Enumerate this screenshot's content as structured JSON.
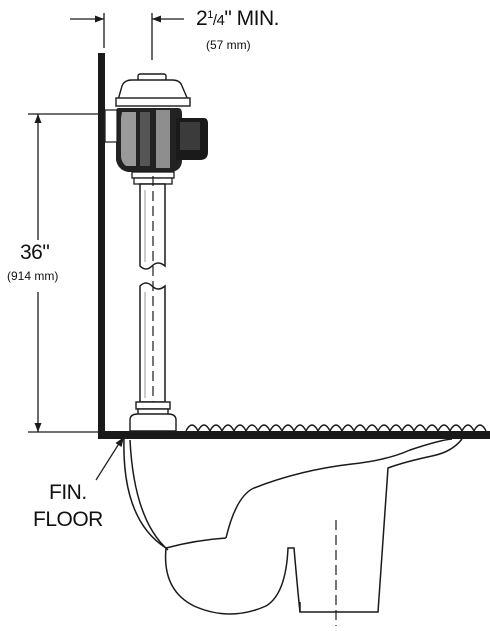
{
  "clearance": {
    "whole": "2",
    "numerator": "1",
    "denominator": "4",
    "suffix": "\" MIN.",
    "metric": "(57 mm)"
  },
  "height": {
    "value": "36\"",
    "metric": "(914 mm)"
  },
  "floor": {
    "line1": "FIN.",
    "line2": "FLOOR"
  }
}
